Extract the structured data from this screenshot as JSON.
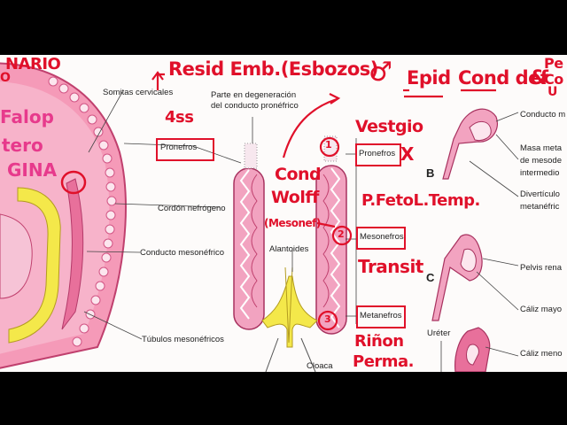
{
  "printed_labels": {
    "somitas": "Somitas cervicales",
    "parte_degeneracion_1": "Parte en degeneración",
    "parte_degeneracion_2": "del conducto pronéfrico",
    "pronefros": "Pronefros",
    "cordon": "Cordón nefrógeno",
    "conducto_meso": "Conducto mesonéfrico",
    "tubulos": "Túbulos mesonéfricos",
    "alantoides": "Alantoides",
    "cloaca": "Cloaca",
    "pronefros_right": "Pronefros",
    "mesonefros": "Mesonefros",
    "metanefros": "Metanefros",
    "panel_b": "B",
    "panel_c": "C",
    "conducto_right": "Conducto m",
    "masa_1": "Masa meta",
    "masa_2": "de mesode",
    "masa_3": "intermedio",
    "diverticulo_1": "Divertículo",
    "diverticulo_2": "metanéfric",
    "pelvis": "Pelvis rena",
    "caliz_mayor": "Cáliz mayo",
    "ureter": "Uréter",
    "caliz_menor": "Cáliz meno"
  },
  "handwritten": {
    "top_left_1": "NARIO",
    "top_left_2": "O",
    "falop": "Falop",
    "tero": "tero",
    "gina": "GINA",
    "resid_emb": "Resid Emb.(Esbozos)",
    "epid": "Epid",
    "cond_def": "Cond def",
    "amp": "&",
    "pe": "Pe",
    "co": "Co",
    "u": "U",
    "male_symbol": "♂",
    "vestigio": "Vestgio",
    "x_mark": "X",
    "four_ss": "4ss",
    "cond": "Cond",
    "wolff": "Wolff",
    "mesonef": "(Mesonef)",
    "p_fetol": "P.FetoL.Temp.",
    "transit": "Transit",
    "num_1": "1",
    "num_2": "2",
    "num_3": "3",
    "rinon": "Riñon",
    "perma": "Perma."
  },
  "colors": {
    "annotation_red": "#e0102a",
    "embryo_pink": "#f27ca6",
    "duct_yellow": "#f4e84a",
    "tubule_pink": "#e55a8c"
  }
}
